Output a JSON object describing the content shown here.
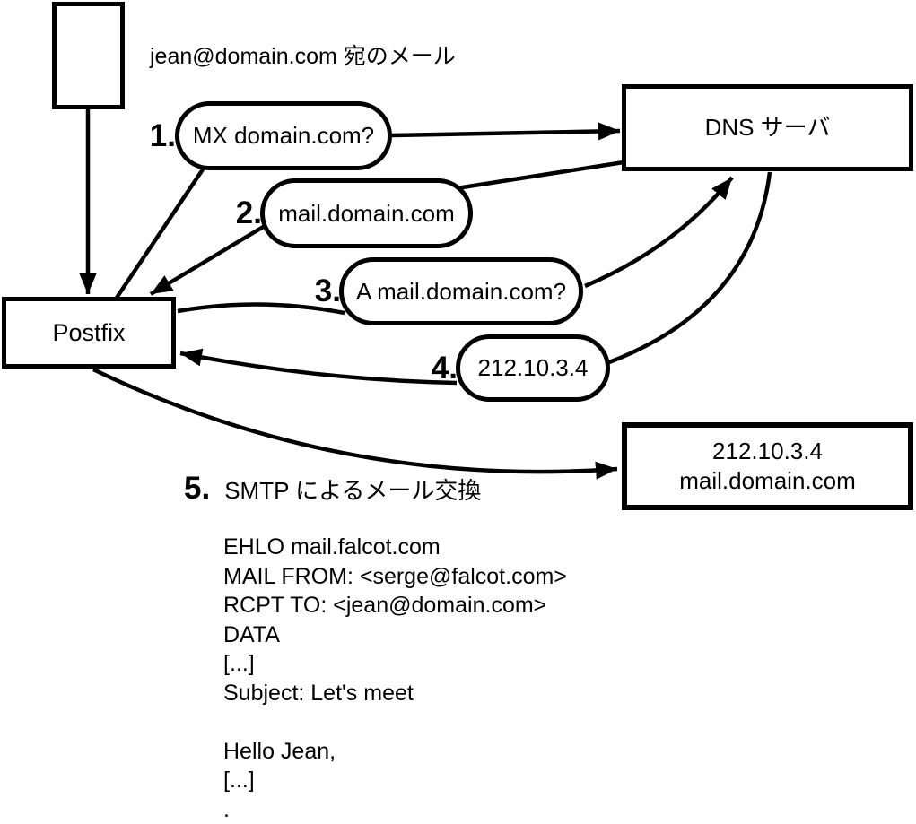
{
  "diagram": {
    "incoming_mail_label": "jean@domain.com 宛のメール",
    "nodes": {
      "postfix": "Postfix",
      "dns_server": "DNS サーバ",
      "mail_server_ip": "212.10.3.4",
      "mail_server_host": "mail.domain.com"
    },
    "steps": [
      {
        "num": "1.",
        "text": "MX domain.com?"
      },
      {
        "num": "2.",
        "text": "mail.domain.com"
      },
      {
        "num": "3.",
        "text": "A mail.domain.com?"
      },
      {
        "num": "4.",
        "text": "212.10.3.4"
      },
      {
        "num": "5.",
        "text": "SMTP によるメール交換"
      }
    ],
    "smtp_session": "EHLO mail.falcot.com\nMAIL FROM: <serge@falcot.com>\nRCPT TO: <jean@domain.com>\nDATA\n[...]\nSubject: Let's meet\n\nHello Jean,\n[...]\n.",
    "colors": {
      "ink": "#000000",
      "background": "#ffffff"
    }
  }
}
